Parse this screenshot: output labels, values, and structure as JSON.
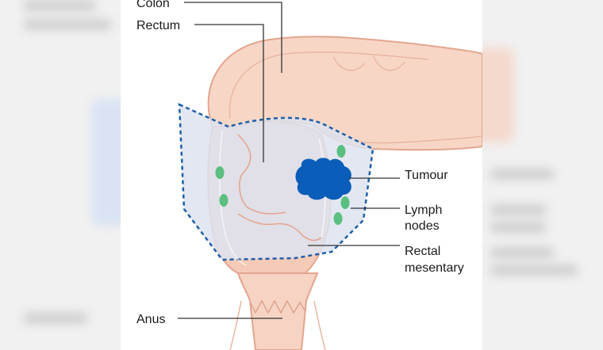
{
  "labels": {
    "colon": "Colon",
    "rectum": "Rectum",
    "tumour": "Tumour",
    "lymph_line1": "Lymph",
    "lymph_line2": "nodes",
    "mesentery_line1": "Rectal",
    "mesentery_line2": "mesentary",
    "anus": "Anus"
  },
  "colors": {
    "background_side": "#f1f1f1",
    "panel": "#ffffff",
    "bowel_fill": "#f7d6c6",
    "bowel_stroke": "#e3a58e",
    "mesentery_fill": "#dde3ef",
    "mesentery_border": "#1f5fa8",
    "tumour": "#0a5db8",
    "lymph_node": "#5bbf7f",
    "leader_line": "#333333"
  },
  "icons": [
    "tumour-blob",
    "lymph-node-ellipse"
  ]
}
